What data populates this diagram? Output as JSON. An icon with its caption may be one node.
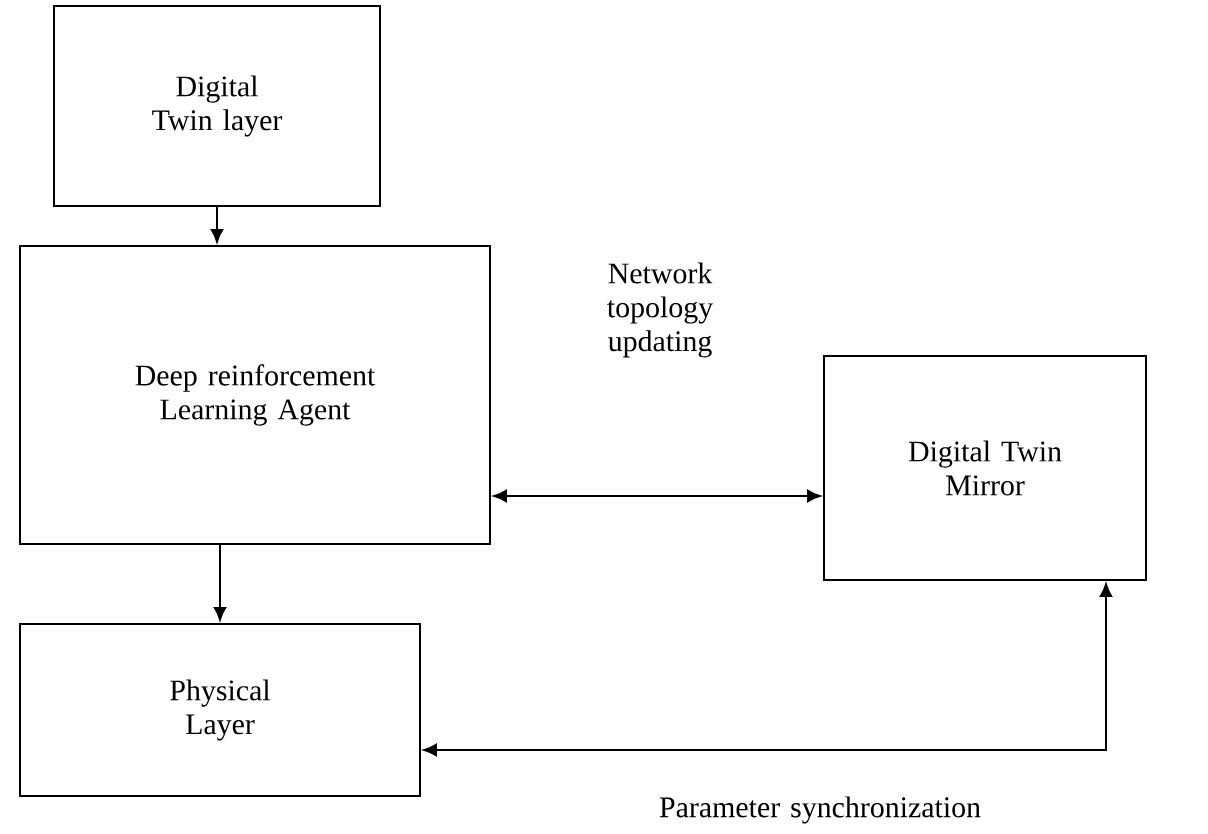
{
  "diagram": {
    "nodes": [
      {
        "text": [
          "Digital Twin layer"
        ]
      },
      {
        "text": [
          "Deep reinforcement Learning Agent"
        ]
      },
      {
        "text": [
          "Digital Twin Mirror"
        ]
      },
      {
        "text": [
          "Physical Layer"
        ]
      }
    ],
    "edges": [
      {
        "from": 0,
        "to": 1,
        "arrow": "to"
      },
      {
        "from": 1,
        "to": 2,
        "arrow": "both",
        "label": "Network topology updating"
      },
      {
        "from": 1,
        "to": 3,
        "arrow": "to"
      },
      {
        "from": 3,
        "to": 2,
        "arrow": "both",
        "label": "Parameter synchronization"
      }
    ]
  }
}
